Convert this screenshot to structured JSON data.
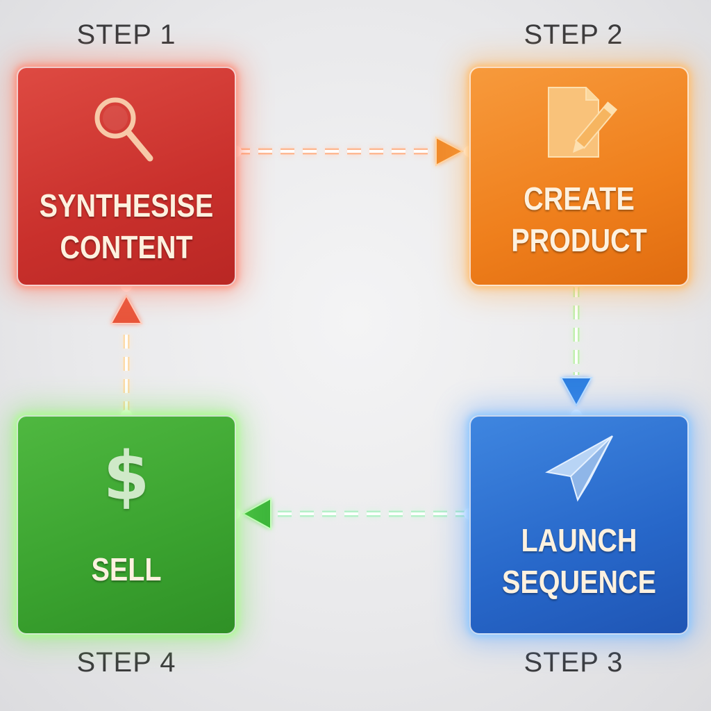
{
  "steps": [
    {
      "label": "STEP 1",
      "title_line1": "SYNTHESISE",
      "title_line2": "CONTENT",
      "icon": "magnifying-glass-icon",
      "color": "#c9302c"
    },
    {
      "label": "STEP 2",
      "title_line1": "CREATE",
      "title_line2": "PRODUCT",
      "icon": "document-pencil-icon",
      "color": "#ef7f1c"
    },
    {
      "label": "STEP 3",
      "title_line1": "LAUNCH",
      "title_line2": "SEQUENCE",
      "icon": "paper-plane-icon",
      "color": "#2767c9"
    },
    {
      "label": "STEP 4",
      "title_line1": "SELL",
      "title_line2": "",
      "icon": "dollar-sign-icon",
      "icon_glyph": "$",
      "color": "#3aa22f"
    }
  ],
  "flow": [
    "STEP 1",
    "STEP 2",
    "STEP 3",
    "STEP 4",
    "STEP 1"
  ]
}
